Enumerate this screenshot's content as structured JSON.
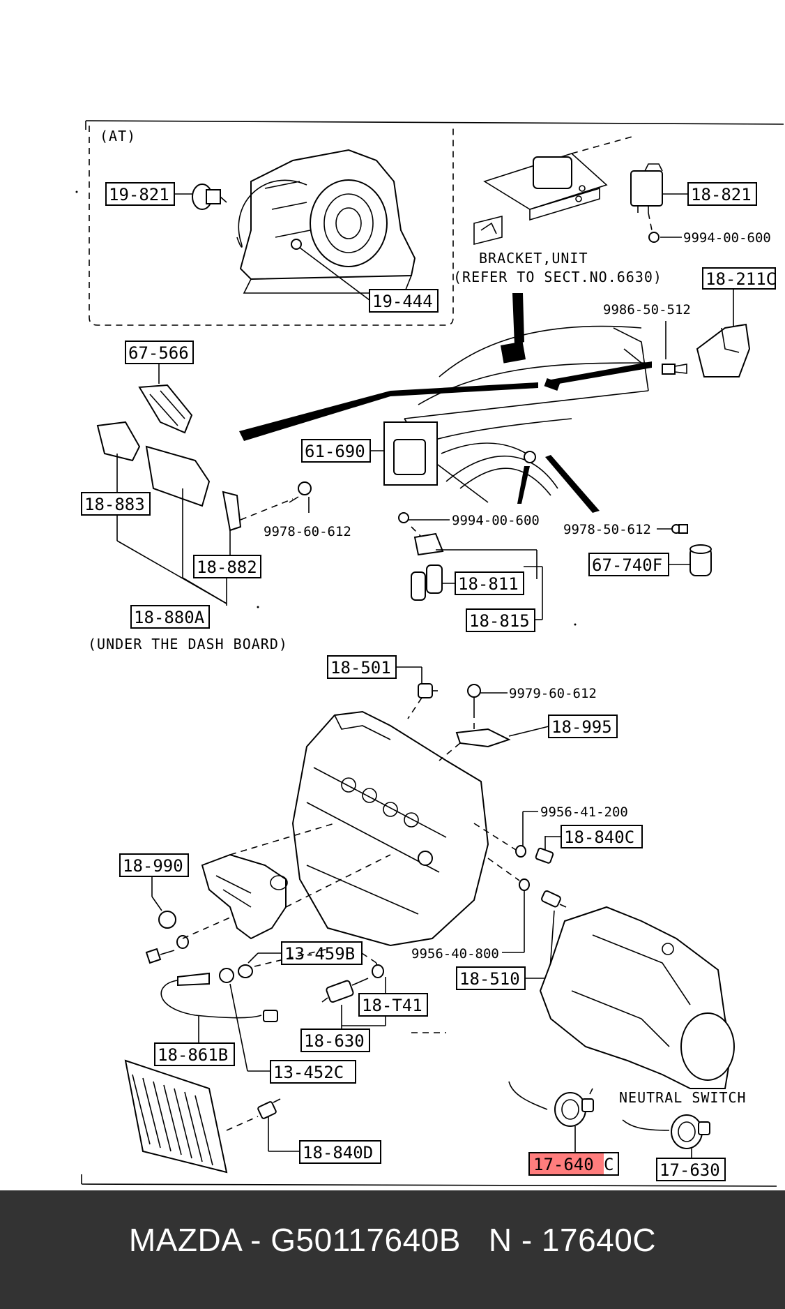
{
  "captions": {
    "at": "(AT)",
    "bracket_line1": "BRACKET,UNIT",
    "bracket_line2": "(REFER TO SECT.NO.6630)",
    "under_dash": "(UNDER THE DASH BOARD)",
    "neutral_switch": "NEUTRAL SWITCH"
  },
  "part_labels": {
    "p19_821": "19-821",
    "p19_444": "19-444",
    "p18_821": "18-821",
    "p18_211c": "18-211C",
    "p67_566": "67-566",
    "p61_690": "61-690",
    "p18_883": "18-883",
    "p18_882": "18-882",
    "p18_880a": "18-880A",
    "p18_811": "18-811",
    "p18_815": "18-815",
    "p67_740f": "67-740F",
    "p18_501": "18-501",
    "p18_995": "18-995",
    "p18_840c": "18-840C",
    "p18_990": "18-990",
    "p13_459b": "13-459B",
    "p18_510": "18-510",
    "p18_t41": "18-T41",
    "p18_630": "18-630",
    "p18_861b": "18-861B",
    "p13_452c": "13-452C",
    "p18_840d": "18-840D",
    "p17_640_highlight": "17-640",
    "p17_640_suffix": "C",
    "p17_630": "17-630"
  },
  "bolt_labels": {
    "b9994_00_600_a": "9994-00-600",
    "b9986_50_512": "9986-50-512",
    "b9978_60_612": "9978-60-612",
    "b9994_00_600_b": "9994-00-600",
    "b9978_50_612": "9978-50-612",
    "b9979_60_612": "9979-60-612",
    "b9956_41_200": "9956-41-200",
    "b9956_40_800": "9956-40-800"
  },
  "highlight_color": "#ff5c5c",
  "footer": {
    "text": "MAZDA - G50117640B   N - 17640C"
  }
}
